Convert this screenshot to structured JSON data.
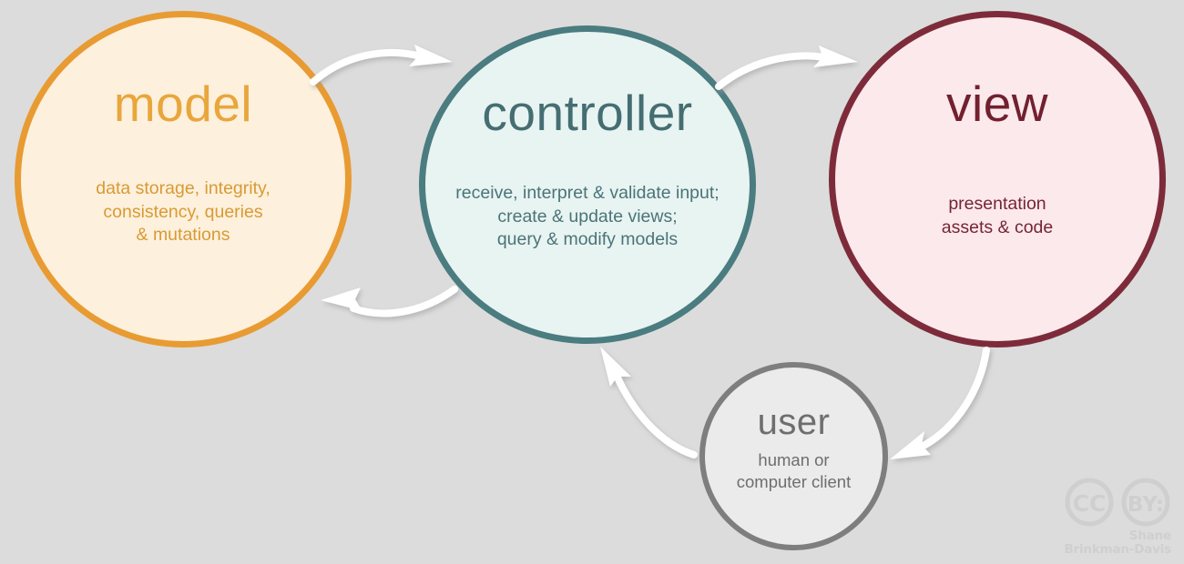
{
  "diagram": {
    "title": "MVC (Model-View-Controller) architecture diagram",
    "background_color": "#dcdcdc"
  },
  "nodes": {
    "model": {
      "title": "model",
      "description": "data storage, integrity,\nconsistency, queries\n& mutations",
      "description_lines": [
        "data storage, integrity,",
        "consistency, queries",
        "& mutations"
      ],
      "border_color": "#e89b32",
      "fill_color": "#fdf0dc",
      "title_color": "#e8a63c"
    },
    "controller": {
      "title": "controller",
      "description": "receive, interpret & validate input;\ncreate & update views;\nquery & modify models",
      "description_lines": [
        "receive, interpret & validate input;",
        "create & update views;",
        "query & modify models"
      ],
      "border_color": "#4a7c80",
      "fill_color": "#e8f4f2",
      "title_color": "#456e72"
    },
    "view": {
      "title": "view",
      "description": "presentation\nassets & code",
      "description_lines": [
        "presentation",
        "assets & code"
      ],
      "border_color": "#7d2b3a",
      "fill_color": "#fbe9ec",
      "title_color": "#72202f"
    },
    "user": {
      "title": "user",
      "description": "human or\ncomputer client",
      "description_lines": [
        "human or",
        "computer client"
      ],
      "border_color": "#7e7e7e",
      "fill_color": "#ebebeb",
      "title_color": "#6e6e6e"
    }
  },
  "arrows": [
    {
      "name": "model-to-controller",
      "from": "model",
      "to": "controller",
      "color": "#ffffff"
    },
    {
      "name": "controller-to-model",
      "from": "controller",
      "to": "model",
      "color": "#ffffff"
    },
    {
      "name": "controller-to-view",
      "from": "controller",
      "to": "view",
      "color": "#ffffff"
    },
    {
      "name": "view-to-user",
      "from": "view",
      "to": "user",
      "color": "#ffffff"
    },
    {
      "name": "user-to-controller",
      "from": "user",
      "to": "controller",
      "color": "#ffffff"
    }
  ],
  "license": {
    "cc_label": "CC",
    "by_label": "BY:",
    "attribution_line1": "Shane",
    "attribution_line2": "Brinkman-Davis",
    "color": "#cfcfcf"
  }
}
